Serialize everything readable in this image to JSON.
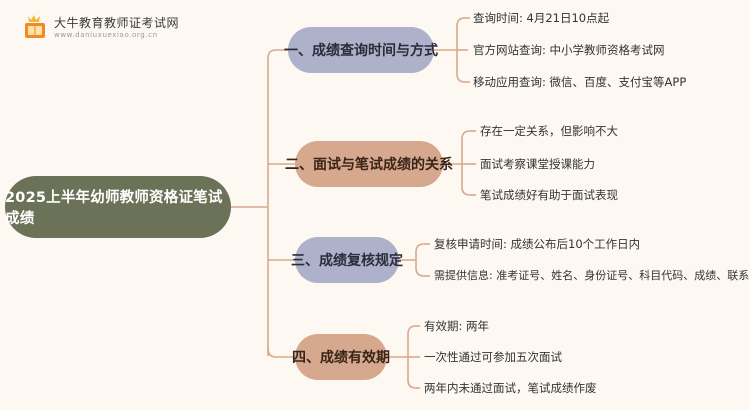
{
  "logo": {
    "title": "大牛教育教师证考试网",
    "subtitle": "www.daniuxuexiao.org.cn"
  },
  "root": {
    "label": "2025上半年幼师教师资格证笔试成绩"
  },
  "branches": [
    {
      "label": "一、成绩查询时间与方式",
      "leaves": [
        "查询时间: 4月21日10点起",
        "官方网站查询: 中小学教师资格考试网",
        "移动应用查询: 微信、百度、支付宝等APP"
      ]
    },
    {
      "label": "二、面试与笔试成绩的关系",
      "leaves": [
        "存在一定关系，但影响不大",
        "面试考察课堂授课能力",
        "笔试成绩好有助于面试表现"
      ]
    },
    {
      "label": "三、成绩复核规定",
      "leaves": [
        "复核申请时间: 成绩公布后10个工作日内",
        "需提供信息: 准考证号、姓名、身份证号、科目代码、成绩、联系电话"
      ]
    },
    {
      "label": "四、成绩有效期",
      "leaves": [
        "有效期: 两年",
        "一次性通过可参加五次面试",
        "两年内未通过面试，笔试成绩作废"
      ]
    }
  ],
  "colors": {
    "background": "#fdf8f1",
    "root": "#6b7258",
    "branch_lavender": "#adb1ca",
    "branch_peach": "#d6a88d",
    "connector": "#d9a98e"
  }
}
